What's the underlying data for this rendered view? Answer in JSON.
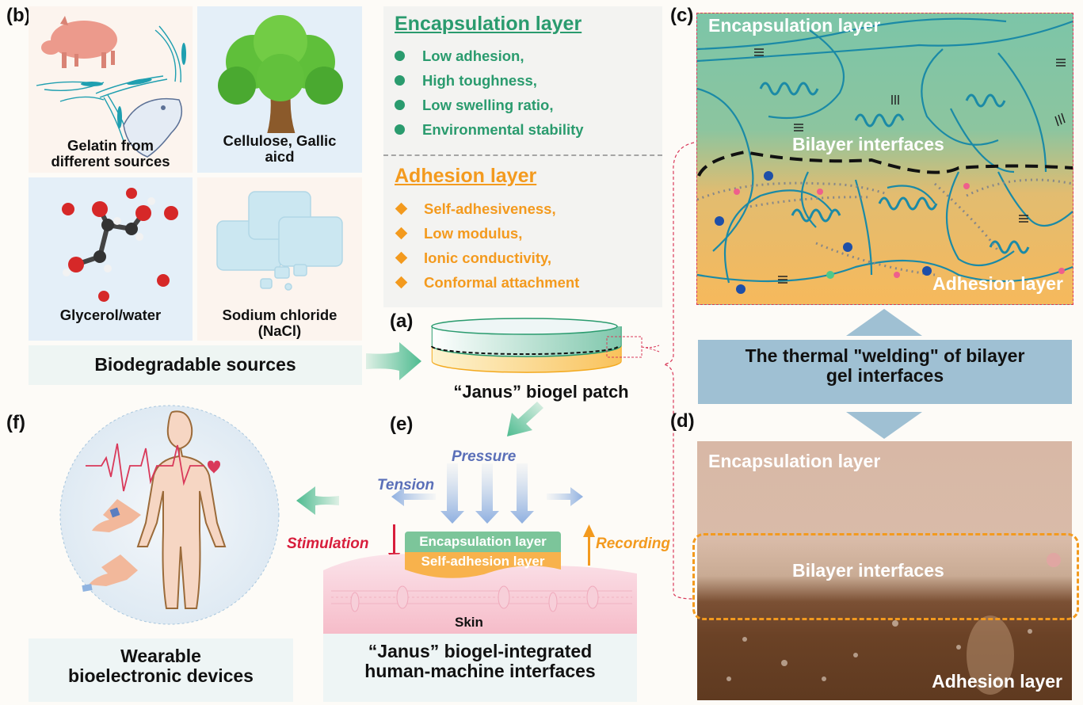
{
  "panels": {
    "a": {
      "label": "(a)",
      "caption": "“Janus” biogel patch"
    },
    "b": {
      "label": "(b)",
      "items": [
        {
          "caption_line1": "Gelatin from",
          "caption_line2": "different sources"
        },
        {
          "caption_line1": "Cellulose, Gallic",
          "caption_line2": "aicd"
        },
        {
          "caption_line1": "Glycerol/water",
          "caption_line2": ""
        },
        {
          "caption_line1": "Sodium chloride",
          "caption_line2": "(NaCl)"
        }
      ],
      "footer": "Biodegradable sources"
    },
    "properties": {
      "encapsulation": {
        "title": "Encapsulation layer",
        "items": [
          "Low adhesion,",
          "High toughness,",
          "Low swelling ratio,",
          "Environmental stability"
        ]
      },
      "adhesion": {
        "title": "Adhesion layer",
        "items": [
          "Self-adhesiveness,",
          "Low modulus,",
          "Ionic conductivity,",
          "Conformal attachment"
        ]
      }
    },
    "c": {
      "label": "(c)",
      "top_label": "Encapsulation layer",
      "middle_label": "Bilayer interfaces",
      "bottom_label": "Adhesion layer"
    },
    "welding": {
      "line1": "The thermal \"welding\" of bilayer",
      "line2": "gel interfaces"
    },
    "d": {
      "label": "(d)",
      "top_label": "Encapsulation layer",
      "middle_label": "Bilayer interfaces",
      "bottom_label": "Adhesion layer"
    },
    "e": {
      "label": "(e)",
      "pressure": "Pressure",
      "tension": "Tension",
      "stimulation": "Stimulation",
      "recording": "Recording",
      "layer_top": "Encapsulation layer",
      "layer_bottom": "Self-adhesion layer",
      "skin": "Skin",
      "caption_line1": "“Janus” biogel-integrated",
      "caption_line2": "human-machine interfaces"
    },
    "f": {
      "label": "(f)",
      "caption_line1": "Wearable",
      "caption_line2": "bioelectronic devices"
    }
  },
  "colors": {
    "encapsulation_green": "#2a9b6e",
    "adhesion_orange": "#f39a1e",
    "force_blue": "#5a6fb8",
    "stimulation_red": "#d81e3c",
    "welding_box": "#9fc0d3",
    "callout_dash": "#d9395a"
  }
}
